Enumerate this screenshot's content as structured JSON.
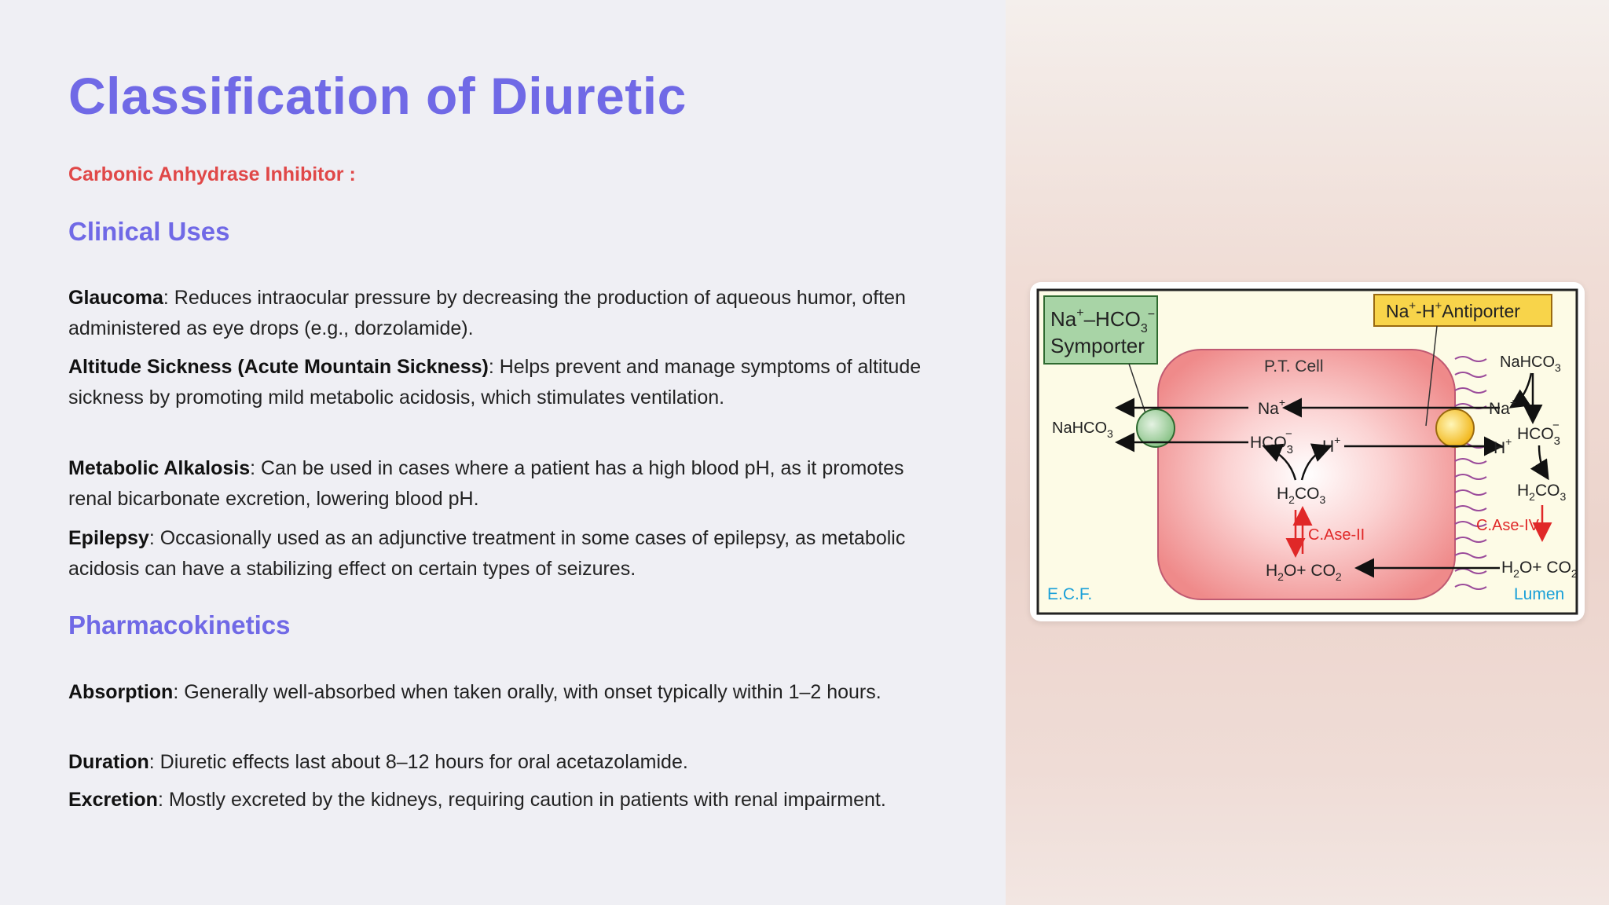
{
  "title": "Classification of Diuretic",
  "subtitle": "Carbonic Anhydrase Inhibitor :",
  "sections": {
    "clinical_uses": {
      "heading": "Clinical Uses",
      "items": [
        {
          "term": "Glaucoma",
          "text": ": Reduces intraocular pressure by decreasing the production of aqueous humor, often administered as eye drops (e.g., dorzolamide)."
        },
        {
          "term": "Altitude Sickness (Acute Mountain Sickness)",
          "text": ": Helps prevent and manage symptoms of altitude sickness by promoting mild metabolic acidosis, which stimulates ventilation."
        },
        {
          "term": "Metabolic Alkalosis",
          "text": ": Can be used in cases where a patient has a high blood pH, as it promotes renal bicarbonate excretion, lowering blood pH."
        },
        {
          "term": "Epilepsy",
          "text": ": Occasionally used as an adjunctive treatment in some cases of epilepsy, as metabolic acidosis can have a stabilizing effect on certain types of seizures."
        }
      ]
    },
    "pharmacokinetics": {
      "heading": "Pharmacokinetics",
      "items": [
        {
          "term": "Absorption",
          "text": ": Generally well-absorbed when taken orally, with onset typically within 1–2 hours."
        },
        {
          "term": "Duration",
          "text": ": Diuretic effects last about 8–12 hours for oral acetazolamide."
        },
        {
          "term": "Excretion",
          "text": ": Mostly excreted by the kidneys, requiring caution in patients with renal impairment."
        }
      ]
    }
  },
  "diagram": {
    "symporter_line1": "Na",
    "symporter_line2": "Symporter",
    "antiporter": "Antiporter",
    "cell_label": "P.T. Cell",
    "ecf_label": "E.C.F.",
    "lumen_label": "Lumen",
    "ca_ii": "C.Ase-II",
    "ca_iv": "C.Ase-IV",
    "na": "Na",
    "nahco3": "NaHCO",
    "hco3": "HCO",
    "h": "H",
    "h2co3_h": "H",
    "h2co3_co": "CO",
    "h2o_co2": "O+ CO",
    "colors": {
      "cell": "#ef8a8a",
      "symporter": "#a8d4a6",
      "antiporter": "#f8d44a",
      "enzyme_text": "#e02828",
      "region_label": "#1aa0d8"
    }
  }
}
